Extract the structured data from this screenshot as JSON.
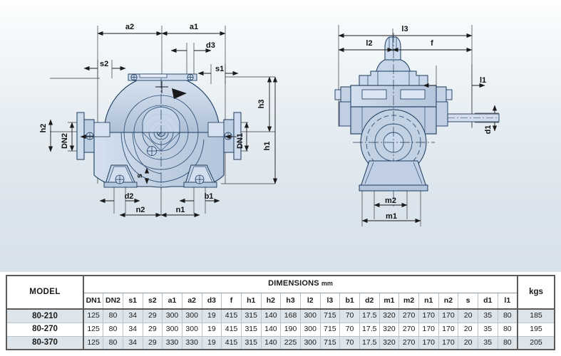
{
  "drawing": {
    "left_view": {
      "name": "front-sectional-view",
      "labels": [
        "a2",
        "a1",
        "d3",
        "s2",
        "s1",
        "h3",
        "h2",
        "DN2",
        "DN1",
        "h1",
        "s",
        "d2",
        "b1",
        "n2",
        "n1"
      ]
    },
    "right_view": {
      "name": "side-view",
      "labels": [
        "l3",
        "l2",
        "f",
        "l1",
        "d1",
        "m2",
        "m1"
      ]
    },
    "dimension_labels": {
      "a1": "a1",
      "a2": "a2",
      "b1": "b1",
      "d1": "d1",
      "d2": "d2",
      "d3": "d3",
      "DN1": "DN1",
      "DN2": "DN2",
      "f": "f",
      "h1": "h1",
      "h2": "h2",
      "h3": "h3",
      "l1": "l1",
      "l2": "l2",
      "l3": "l3",
      "m1": "m1",
      "m2": "m2",
      "n1": "n1",
      "n2": "n2",
      "s": "s",
      "s1": "s1",
      "s2": "s2"
    },
    "colors": {
      "body_fill": "#c3d2e3",
      "body_fill_light": "#d3dff0",
      "body_fill_dark": "#b0c2d8",
      "outline": "#1b3a5c",
      "dimension_line": "#1a1a1a",
      "background_top": "#fdfefe",
      "background_bottom": "#d8e2ea"
    }
  },
  "table": {
    "model_header": "MODEL",
    "dimensions_header": "DIMENSIONS",
    "dimensions_unit": "mm",
    "kgs_header": "kgs",
    "columns": [
      "DN1",
      "DN2",
      "s1",
      "s2",
      "a1",
      "a2",
      "d3",
      "f",
      "h1",
      "h2",
      "h3",
      "l2",
      "l3",
      "b1",
      "d2",
      "m1",
      "m2",
      "n1",
      "n2",
      "s",
      "d1",
      "l1"
    ],
    "rows": [
      {
        "model": "80-210",
        "values": [
          "125",
          "80",
          "34",
          "29",
          "300",
          "300",
          "19",
          "415",
          "315",
          "140",
          "168",
          "300",
          "715",
          "70",
          "17.5",
          "320",
          "270",
          "170",
          "170",
          "20",
          "35",
          "80"
        ],
        "kgs": "185"
      },
      {
        "model": "80-270",
        "values": [
          "125",
          "80",
          "34",
          "29",
          "300",
          "300",
          "19",
          "415",
          "315",
          "140",
          "190",
          "300",
          "715",
          "70",
          "17.5",
          "320",
          "270",
          "170",
          "170",
          "20",
          "35",
          "80"
        ],
        "kgs": "195"
      },
      {
        "model": "80-370",
        "values": [
          "125",
          "80",
          "34",
          "29",
          "330",
          "330",
          "19",
          "415",
          "315",
          "140",
          "225",
          "300",
          "715",
          "70",
          "17.5",
          "320",
          "270",
          "170",
          "170",
          "20",
          "35",
          "80"
        ],
        "kgs": "205"
      }
    ]
  }
}
